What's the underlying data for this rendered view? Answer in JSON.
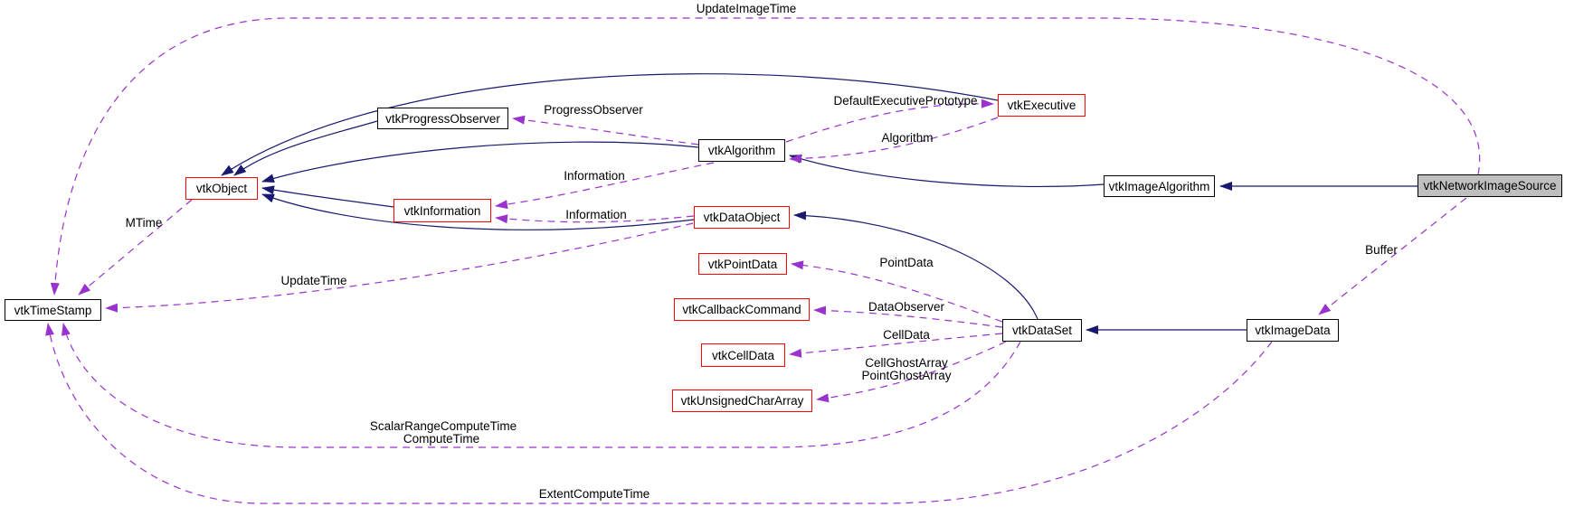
{
  "diagram": {
    "type": "class-collaboration-graph",
    "colors": {
      "inheritance_edge": "#191970",
      "usage_edge": "#9a32cd",
      "documented_node_border": "#ff0000",
      "plain_node_border": "#000000",
      "current_node_fill": "#bfbfbf",
      "node_fill": "#ffffff"
    },
    "nodes": {
      "vtkTimeStamp": "vtkTimeStamp",
      "vtkObject": "vtkObject",
      "vtkProgressObserver": "vtkProgressObserver",
      "vtkInformation": "vtkInformation",
      "vtkAlgorithm": "vtkAlgorithm",
      "vtkDataObject": "vtkDataObject",
      "vtkPointData": "vtkPointData",
      "vtkCallbackCommand": "vtkCallbackCommand",
      "vtkCellData": "vtkCellData",
      "vtkUnsignedCharArray": "vtkUnsignedCharArray",
      "vtkExecutive": "vtkExecutive",
      "vtkImageAlgorithm": "vtkImageAlgorithm",
      "vtkDataSet": "vtkDataSet",
      "vtkImageData": "vtkImageData",
      "vtkNetworkImageSource": "vtkNetworkImageSource"
    },
    "edge_labels": {
      "updateImageTime": "UpdateImageTime",
      "mTime": "MTime",
      "updateTime": "UpdateTime",
      "progressObserver": "ProgressObserver",
      "informationAlgorithm": "Information",
      "informationDataObject": "Information",
      "defaultExecutivePrototype": "DefaultExecutivePrototype",
      "algorithm": "Algorithm",
      "pointData": "PointData",
      "dataObserver": "DataObserver",
      "cellData": "CellData",
      "cellGhostArray": "CellGhostArray",
      "pointGhostArray": "PointGhostArray",
      "scalarRangeComputeTime": "ScalarRangeComputeTime",
      "computeTime": "ComputeTime",
      "extentComputeTime": "ExtentComputeTime",
      "buffer": "Buffer"
    }
  }
}
